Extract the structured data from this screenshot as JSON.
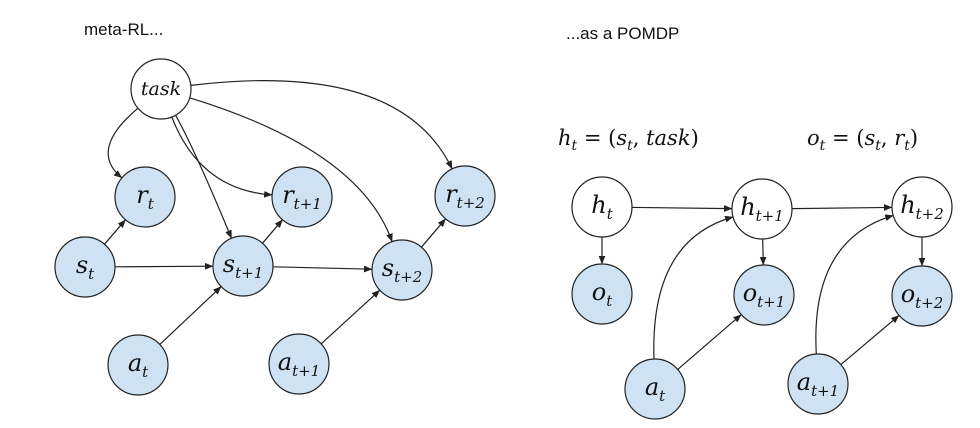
{
  "captions": {
    "left": "meta-RL...",
    "right": "...as a POMDP"
  },
  "equations": {
    "h": {
      "lhs": "h",
      "lhs_sub": "t",
      "eq": " = (",
      "a": "s",
      "a_sub": "t",
      "comma": ", ",
      "b": "task",
      "close": ")"
    },
    "o": {
      "lhs": "o",
      "lhs_sub": "t",
      "eq": " = (",
      "a": "s",
      "a_sub": "t",
      "comma": ", ",
      "b": "r",
      "b_sub": "t",
      "close": ")"
    }
  },
  "colors": {
    "observed_fill": "#cfe2f3",
    "latent_fill": "#ffffff",
    "stroke": "#222222"
  },
  "left_graph": {
    "nodes": [
      {
        "id": "task",
        "base": "task",
        "sub": "",
        "filled": false
      },
      {
        "id": "r_t",
        "base": "r",
        "sub": "t",
        "filled": true
      },
      {
        "id": "r_t1",
        "base": "r",
        "sub": "t+1",
        "filled": true
      },
      {
        "id": "r_t2",
        "base": "r",
        "sub": "t+2",
        "filled": true
      },
      {
        "id": "s_t",
        "base": "s",
        "sub": "t",
        "filled": true
      },
      {
        "id": "s_t1",
        "base": "s",
        "sub": "t+1",
        "filled": true
      },
      {
        "id": "s_t2",
        "base": "s",
        "sub": "t+2",
        "filled": true
      },
      {
        "id": "a_t",
        "base": "a",
        "sub": "t",
        "filled": true
      },
      {
        "id": "a_t1",
        "base": "a",
        "sub": "t+1",
        "filled": true
      }
    ],
    "edges": [
      {
        "from": "task",
        "to": "r_t"
      },
      {
        "from": "task",
        "to": "s_t1"
      },
      {
        "from": "task",
        "to": "r_t1"
      },
      {
        "from": "task",
        "to": "s_t2"
      },
      {
        "from": "task",
        "to": "r_t2"
      },
      {
        "from": "s_t",
        "to": "r_t"
      },
      {
        "from": "s_t",
        "to": "s_t1"
      },
      {
        "from": "s_t1",
        "to": "r_t1"
      },
      {
        "from": "s_t1",
        "to": "s_t2"
      },
      {
        "from": "s_t2",
        "to": "r_t2"
      },
      {
        "from": "a_t",
        "to": "s_t1"
      },
      {
        "from": "a_t1",
        "to": "s_t2"
      }
    ]
  },
  "right_graph": {
    "nodes": [
      {
        "id": "h_t",
        "base": "h",
        "sub": "t",
        "filled": false
      },
      {
        "id": "h_t1",
        "base": "h",
        "sub": "t+1",
        "filled": false
      },
      {
        "id": "h_t2",
        "base": "h",
        "sub": "t+2",
        "filled": false
      },
      {
        "id": "o_t",
        "base": "o",
        "sub": "t",
        "filled": true
      },
      {
        "id": "o_t1",
        "base": "o",
        "sub": "t+1",
        "filled": true
      },
      {
        "id": "o_t2",
        "base": "o",
        "sub": "t+2",
        "filled": true
      },
      {
        "id": "ra_t",
        "base": "a",
        "sub": "t",
        "filled": true
      },
      {
        "id": "ra_t1",
        "base": "a",
        "sub": "t+1",
        "filled": true
      }
    ],
    "edges": [
      {
        "from": "h_t",
        "to": "h_t1"
      },
      {
        "from": "h_t1",
        "to": "h_t2"
      },
      {
        "from": "h_t",
        "to": "o_t"
      },
      {
        "from": "h_t1",
        "to": "o_t1"
      },
      {
        "from": "h_t2",
        "to": "o_t2"
      },
      {
        "from": "ra_t",
        "to": "h_t1"
      },
      {
        "from": "ra_t",
        "to": "o_t1"
      },
      {
        "from": "ra_t1",
        "to": "h_t2"
      },
      {
        "from": "ra_t1",
        "to": "o_t2"
      }
    ]
  }
}
